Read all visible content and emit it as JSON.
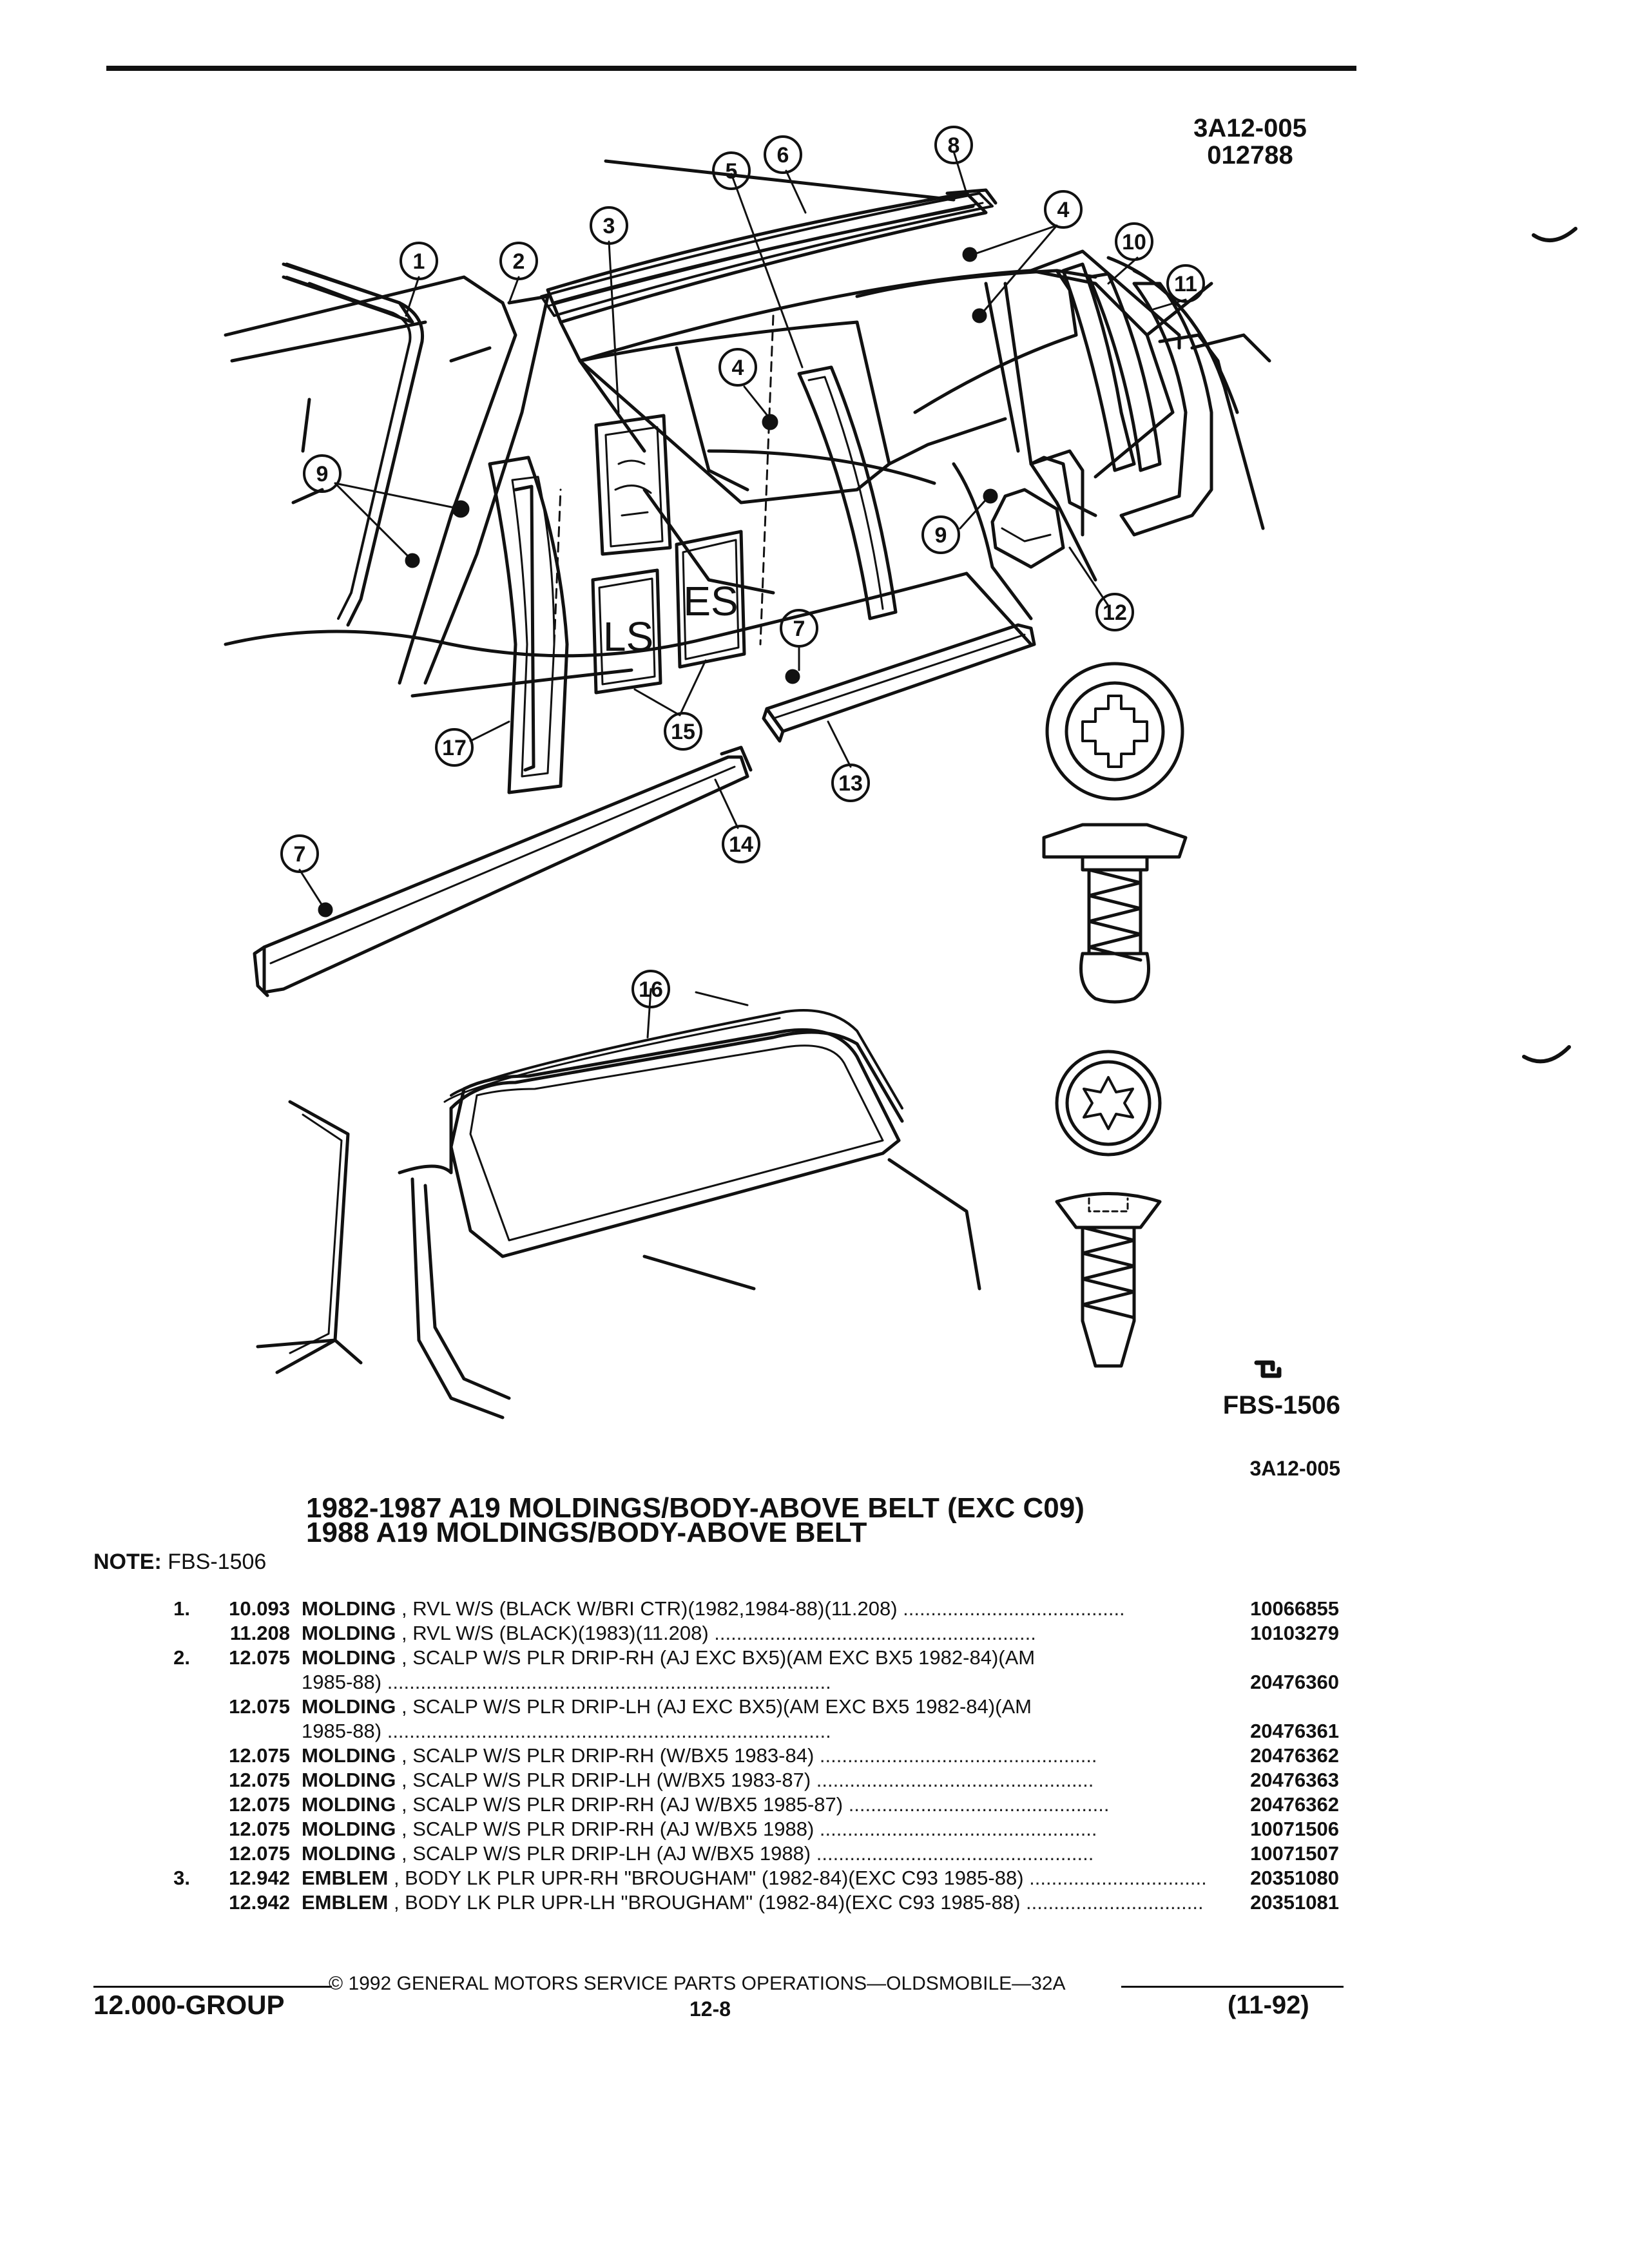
{
  "header": {
    "illustration_code": "3A12-005",
    "illustration_date": "012788"
  },
  "diagram": {
    "callouts": [
      "1",
      "2",
      "3",
      "4",
      "4",
      "5",
      "6",
      "7",
      "7",
      "8",
      "9",
      "9",
      "10",
      "11",
      "12",
      "13",
      "14",
      "15",
      "16",
      "17"
    ],
    "emblem_letters": [
      "LS",
      "ES"
    ],
    "fastener_ref": "FBS-1506",
    "bottom_code": "3A12-005"
  },
  "section": {
    "title_line1": "1982-1987 A19 MOLDINGS/BODY-ABOVE BELT (EXC C09)",
    "title_line2": "1988 A19 MOLDINGS/BODY-ABOVE BELT",
    "note_label": "NOTE:",
    "note_value": "FBS-1506"
  },
  "parts": [
    {
      "item": "1.",
      "group": "10.093",
      "name": "MOLDING",
      "desc": ", RVL W/S (BLACK W/BRI CTR)(1982,1984-88)(11.208)",
      "pn": "10066855"
    },
    {
      "item": "",
      "group": "11.208",
      "name": "MOLDING",
      "desc": ", RVL W/S (BLACK)(1983)(11.208)",
      "pn": "10103279"
    },
    {
      "item": "2.",
      "group": "12.075",
      "name": "MOLDING",
      "desc": ", SCALP W/S PLR DRIP-RH (AJ EXC BX5)(AM EXC BX5 1982-84)(AM",
      "desc2": "1985-88)",
      "pn": "20476360"
    },
    {
      "item": "",
      "group": "12.075",
      "name": "MOLDING",
      "desc": ", SCALP W/S PLR DRIP-LH (AJ EXC BX5)(AM EXC BX5 1982-84)(AM",
      "desc2": "1985-88)",
      "pn": "20476361"
    },
    {
      "item": "",
      "group": "12.075",
      "name": "MOLDING",
      "desc": ", SCALP W/S PLR DRIP-RH (W/BX5 1983-84)",
      "pn": "20476362"
    },
    {
      "item": "",
      "group": "12.075",
      "name": "MOLDING",
      "desc": ", SCALP W/S PLR DRIP-LH (W/BX5 1983-87)",
      "pn": "20476363"
    },
    {
      "item": "",
      "group": "12.075",
      "name": "MOLDING",
      "desc": ", SCALP W/S PLR DRIP-RH (AJ W/BX5 1985-87)",
      "pn": "20476362"
    },
    {
      "item": "",
      "group": "12.075",
      "name": "MOLDING",
      "desc": ", SCALP W/S PLR DRIP-RH (AJ W/BX5 1988)",
      "pn": "10071506"
    },
    {
      "item": "",
      "group": "12.075",
      "name": "MOLDING",
      "desc": ", SCALP W/S PLR DRIP-LH (AJ W/BX5 1988)",
      "pn": "10071507"
    },
    {
      "item": "3.",
      "group": "12.942",
      "name": "EMBLEM",
      "desc": ", BODY LK PLR UPR-RH \"BROUGHAM\" (1982-84)(EXC C93 1985-88)",
      "pn": "20351080"
    },
    {
      "item": "",
      "group": "12.942",
      "name": "EMBLEM",
      "desc": ", BODY LK PLR UPR-LH \"BROUGHAM\" (1982-84)(EXC C93 1985-88)",
      "pn": "20351081"
    }
  ],
  "footer": {
    "copyright": "© 1992 GENERAL MOTORS SERVICE PARTS OPERATIONS—OLDSMOBILE—32A",
    "group": "12.000-GROUP",
    "page": "12-8",
    "date": "(11-92)"
  }
}
